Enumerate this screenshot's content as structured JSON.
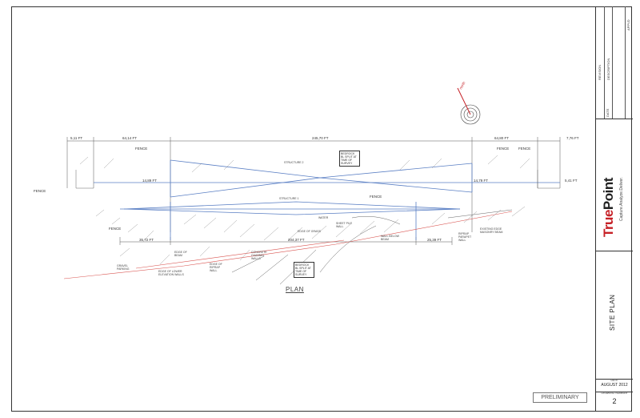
{
  "title_block": {
    "revision": {
      "header": "REVISION",
      "date_col": "DATE",
      "desc_col": "DESCRIPTION",
      "appvd_col": "APPVD"
    },
    "logo": {
      "part1": "True",
      "part2": "Point",
      "tagline": "Capture.Analyze.Deliver."
    },
    "sheet_title": "SITE PLAN",
    "date": {
      "label": "DATE",
      "value": "AUGUST 2012"
    },
    "drawing": {
      "label": "DRAWING NUMBER",
      "value": "2"
    }
  },
  "stamp": "PRELIMINARY",
  "plan_label": "PLAN",
  "north_label": "north",
  "dimensions": {
    "d1": "5,11 FT",
    "d2": "64,14 FT",
    "d3": "245,70 FT",
    "d4": "64,80 FT",
    "d5": "7,76 FT",
    "d6": "14,89 FT",
    "d7": "14,79 FT",
    "d8": "5,41 FT",
    "d9": "35,72 FT",
    "d10": "204,37 FT",
    "d11": "25,39 FT"
  },
  "labels": {
    "fence_left_top": "FENCE",
    "fence_right_top": "FENCE",
    "fence_right_top2": "FENCE",
    "fence_left_mid": "FENCE",
    "fence_left_low": "FENCE",
    "fence_mid": "FENCE",
    "structure2": "STRUCTURE 2",
    "structure1": "STRUCTURE 1",
    "edge_of_grass": "EDGE OF GRASS",
    "sheet_pile_wall": "SHEET PILE WALL",
    "wall_below_beam": "WALL BELOW BEAM",
    "gravel_parking": "GRAVEL PARKING",
    "edge_lower_elev": "EDGE OF LOWER ELEVATION WALLS",
    "edge_riprap": "EDGE OF RIPRAP WALL",
    "concrete_channel": "CONCRETE CHANNEL WALLS",
    "edge_of_beam": "EDGE OF BEAM",
    "existing_edge_masonry": "EXISTING EDGE MASONRY BEAM",
    "riprap_parapet": "RIPRAP PARAPET WALL",
    "water": "WATER"
  },
  "notes": {
    "silt_top": "BEDROCK BL SPLIT AT TIME OF SURVEY",
    "silt_bottom": "BEDROCK BL SPLIT AT TIME OF SURVEY"
  },
  "colors": {
    "brand_red": "#c62026",
    "structure_blue": "#5a7fc4",
    "redline": "#d9534f"
  }
}
